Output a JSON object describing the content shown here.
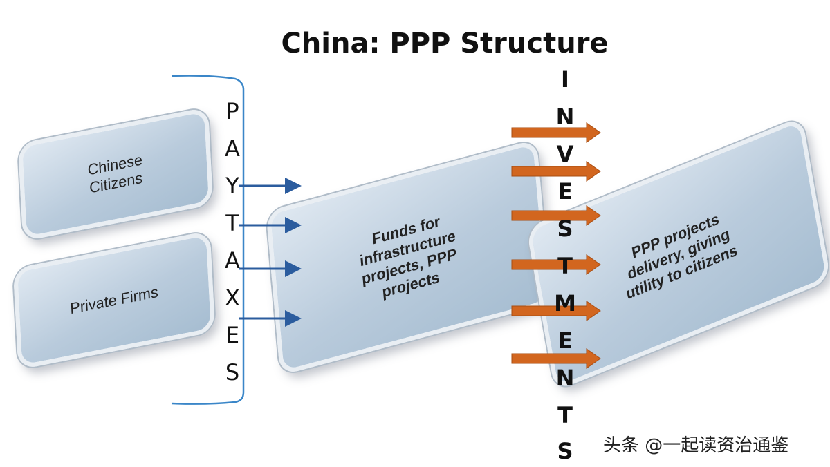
{
  "title": "China: PPP Structure",
  "boxes": {
    "citizens": "Chinese Citizens",
    "firms": "Private Firms",
    "funds": "Funds for infrastructure projects, PPP projects",
    "delivery": "PPP projects delivery, giving utility to citizens"
  },
  "taxes_label": [
    "P",
    "A",
    "Y",
    "T",
    "A",
    "X",
    "E",
    "S"
  ],
  "investments_label": [
    "I",
    "N",
    "V",
    "E",
    "S",
    "T",
    "M",
    "E",
    "N",
    "T",
    "S"
  ],
  "colors": {
    "bracket": "#3a86c8",
    "tax_arrow": "#2b5c9e",
    "invest_arrow": "#d2661f"
  },
  "watermark": "头条 @一起读资治通鉴"
}
